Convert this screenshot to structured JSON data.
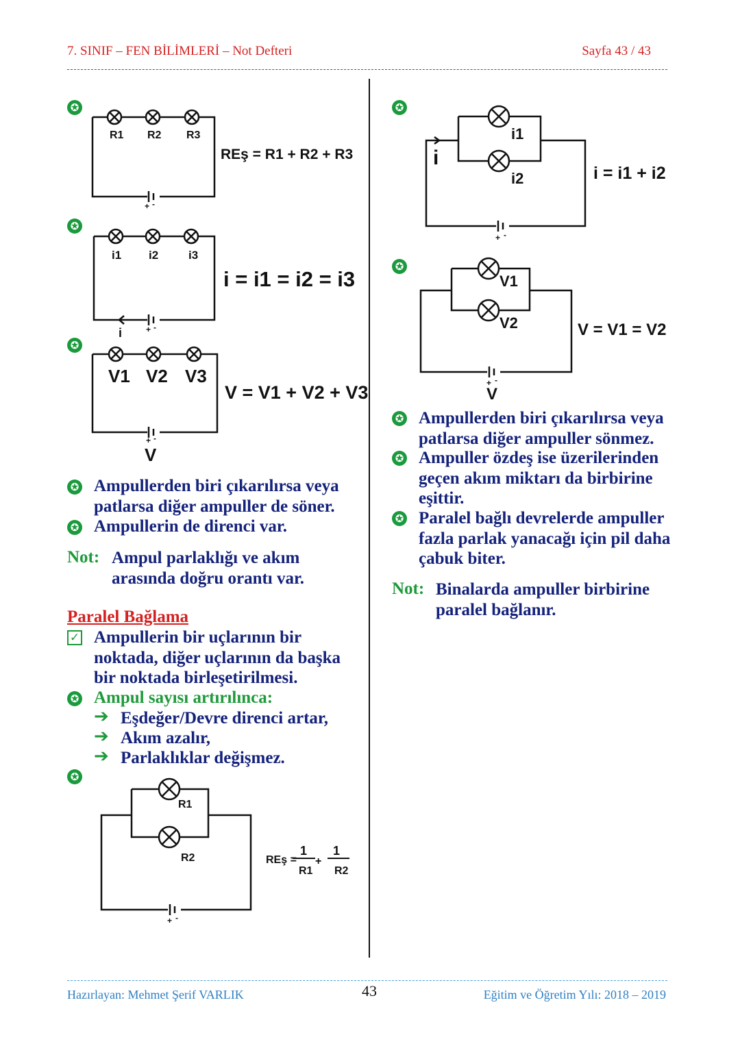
{
  "header": {
    "title": "7. SINIF – FEN BİLİMLERİ –  Not Defteri",
    "page": "Sayfa 43 / 43"
  },
  "footer": {
    "author": "Hazırlayan: Mehmet Şerif VARLIK",
    "page_number": "43",
    "year": "Eğitim ve Öğretim Yılı: 2018 – 2019"
  },
  "circuits": {
    "series_resistance": {
      "labels": [
        "R1",
        "R2",
        "R3"
      ],
      "formula": "REş = R1 + R2 + R3"
    },
    "series_current": {
      "labels": [
        "i1",
        "i2",
        "i3"
      ],
      "current_label": "i",
      "formula": "i = i1 = i2 = i3"
    },
    "series_voltage": {
      "labels": [
        "V1",
        "V2",
        "V3"
      ],
      "source_label": "V",
      "formula": "V = V1 + V2 + V3"
    },
    "parallel_resistance": {
      "labels": [
        "R1",
        "R2"
      ],
      "formula_lhs": "REş =",
      "num": "1",
      "den1": "R1",
      "den2": "R2",
      "plus": "+"
    },
    "parallel_current": {
      "labels": [
        "i1",
        "i2"
      ],
      "current_label": "i",
      "formula": "i = i1 + i2"
    },
    "parallel_voltage": {
      "labels": [
        "V1",
        "V2"
      ],
      "source_label": "V",
      "formula": "V = V1 = V2"
    },
    "battery_plus": "+",
    "battery_minus": "-"
  },
  "left": {
    "series_notes": [
      "Ampullerden biri çıkarılırsa veya patlarsa diğer ampuller de söner.",
      "Ampullerin de direnci var."
    ],
    "note_label": "Not:",
    "note_text": "Ampul parlaklığı ve akım arasında doğru orantı var.",
    "parallel_heading": "Paralel Bağlama",
    "parallel_definition": "Ampullerin bir uçlarının bir noktada, diğer uçlarının da başka bir noktada birleşetirilmesi.",
    "increase_title": "Ampul sayısı artırılınca:",
    "increase_items": [
      "Eşdeğer/Devre direnci artar,",
      "Akım azalır,",
      "Parlaklıklar değişmez."
    ]
  },
  "right": {
    "parallel_notes": [
      "Ampullerden biri çıkarılırsa veya patlarsa diğer ampuller sönmez.",
      "Ampuller özdeş ise üzerilerinden geçen akım miktarı da birbirine eşittir.",
      "Paralel bağlı devrelerde ampuller fazla parlak yanacağı için pil daha çabuk biter."
    ],
    "note_label": "Not:",
    "note_text": "Binalarda ampuller birbirine paralel bağlanır."
  },
  "icons": {
    "bullet": "star-bullet-icon",
    "check": "checkbox-icon",
    "arrow": "arrow-right-icon"
  },
  "colors": {
    "header_red": "#d42020",
    "text_navy": "#14227a",
    "green": "#1e9a3a",
    "footer_blue": "#2d7fc2"
  }
}
